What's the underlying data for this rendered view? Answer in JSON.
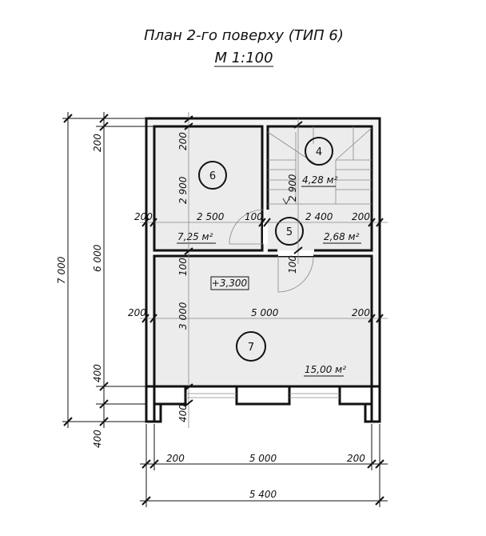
{
  "title": "План 2-го поверху (ТИП 6)",
  "scale": "М 1:100",
  "elevation": "+3,300",
  "rooms": [
    {
      "number": "4",
      "area": "4,28 м²"
    },
    {
      "number": "5",
      "area": "2,68 м²"
    },
    {
      "number": "6",
      "area": "7,25 м²"
    },
    {
      "number": "7",
      "area": "15,00 м²"
    }
  ],
  "dims": {
    "left_total": "7 000",
    "left_6000": "6 000",
    "left_200": "200",
    "left_400a": "400",
    "left_400b": "400",
    "r6_height": "2 900",
    "r6_top": "200",
    "r4_height": "2 900",
    "upper_left_wall": "200",
    "r6_width": "2 500",
    "partition": "100",
    "r5_width": "2 400",
    "upper_right_wall": "200",
    "lower_100_left": "100",
    "lower_100_mid": "100",
    "r7_height": "3 000",
    "lower_left_wall": "200",
    "r7_width": "5 000",
    "lower_right_wall": "200",
    "front_400": "400",
    "bottom_left": "200",
    "bottom_mid": "5 000",
    "bottom_right": "200",
    "bottom_total": "5 400"
  }
}
